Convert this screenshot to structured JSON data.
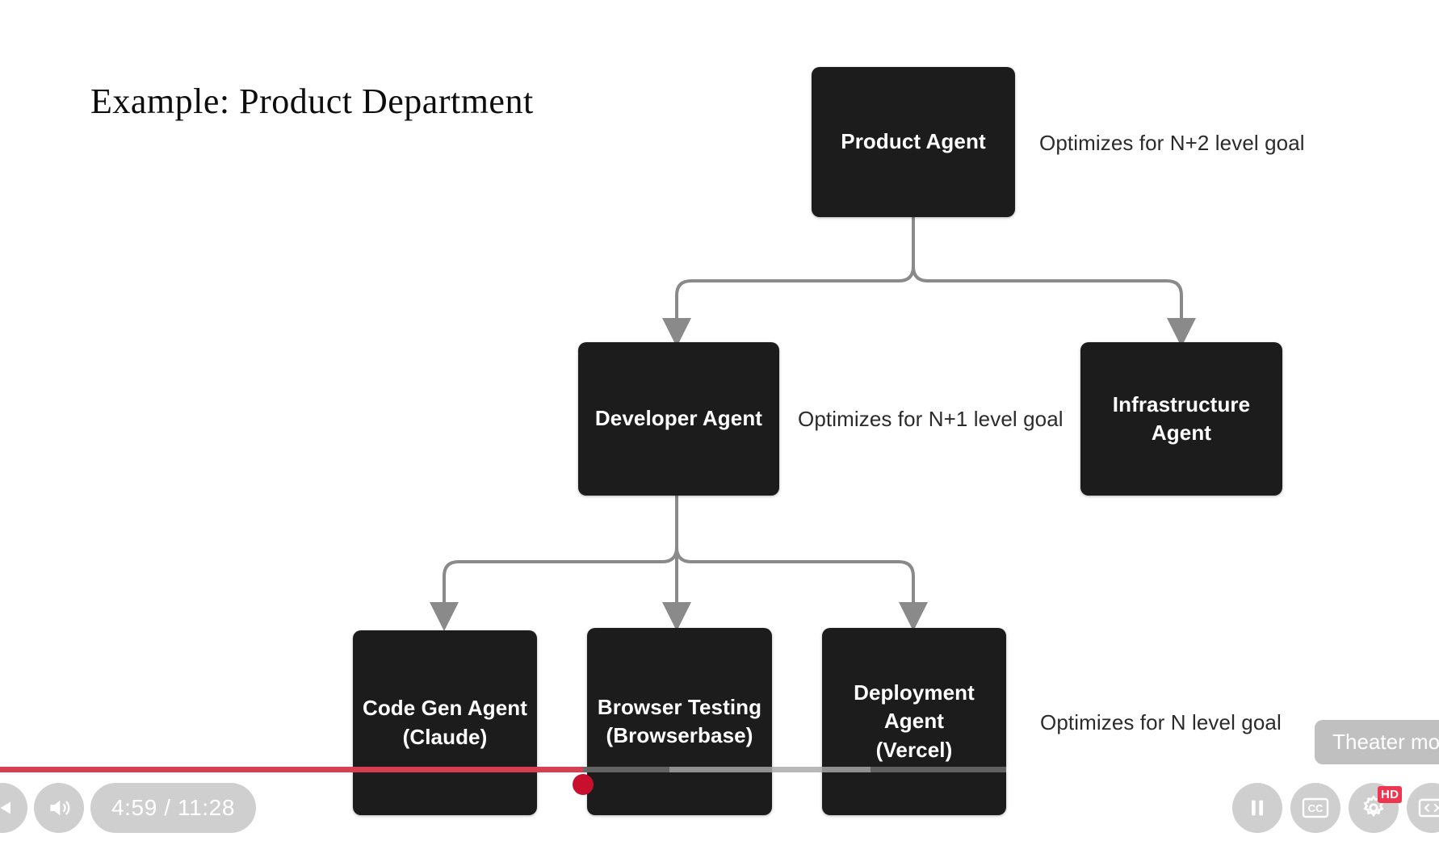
{
  "slide": {
    "title": "Example: Product Department"
  },
  "diagram": {
    "nodes": {
      "product_agent": {
        "label": "Product Agent"
      },
      "developer_agent": {
        "label": "Developer Agent"
      },
      "infrastructure_agent": {
        "label": "Infrastructure\nAgent"
      },
      "code_gen_agent": {
        "label": "Code Gen Agent\n(Claude)"
      },
      "browser_testing_agent": {
        "label": "Browser Testing\n(Browserbase)"
      },
      "deployment_agent": {
        "label": "Deployment\nAgent\n(Vercel)"
      }
    },
    "annotations": {
      "level_n_plus_2": "Optimizes for N+2 level goal",
      "level_n_plus_1": "Optimizes for N+1 level goal",
      "level_n": "Optimizes for N level goal"
    },
    "colors": {
      "node_fill": "#1c1c1c",
      "node_text": "#ffffff",
      "connector": "#8a8a8a",
      "annotation_text": "#2b2b2b",
      "background": "#ffffff"
    }
  },
  "player": {
    "time_display": "4:59 / 11:28",
    "current_time": "4:59",
    "duration": "11:28",
    "progress_percent": 40.5,
    "buffer_percent": 46.5,
    "loaded_percent": 60.5,
    "tooltip": "Theater mode",
    "quality_badge": "HD",
    "captions_label": "CC",
    "colors": {
      "progress_played": "#f0364e",
      "scrubber": "#c8102e",
      "control_background": "rgba(140,140,140,0.42)"
    },
    "controls": {
      "previous": "previous-icon",
      "volume": "volume-icon",
      "pause": "pause-icon",
      "captions": "subtitles-icon",
      "settings": "gear-icon",
      "theater": "theater-mode-icon"
    }
  }
}
